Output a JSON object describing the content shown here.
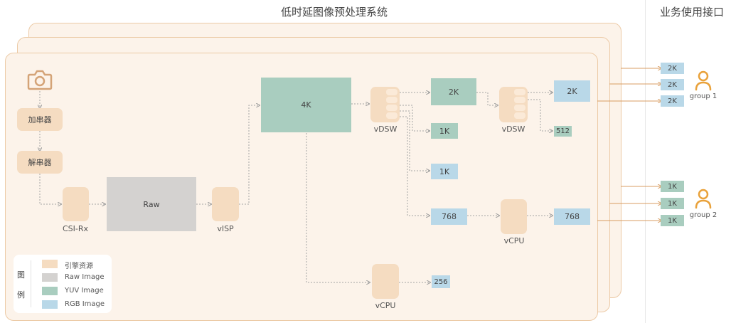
{
  "header": {
    "system_title": "低时延图像预处理系统",
    "interface_title": "业务使用接口"
  },
  "nodes": {
    "serializer": "加串器",
    "deserializer": "解串器",
    "csi": "CSI-Rx",
    "raw": "Raw",
    "visp": "vISP",
    "img4k": "4K",
    "vdsw1": "vDSW",
    "vdsw2": "vDSW",
    "out_2k": "2K",
    "out_2k_rgb": "2K",
    "out_1k_a": "1K",
    "out_1k_b": "1K",
    "out_512": "512",
    "out_768_a": "768",
    "out_768_b": "768",
    "vcpu1": "vCPU",
    "vcpu2": "vCPU",
    "out_256": "256"
  },
  "legend": {
    "title_chars": [
      "图",
      "例"
    ],
    "items": [
      {
        "label": "引擎资源",
        "color": "#f5dcc1"
      },
      {
        "label": "Raw Image",
        "color": "#d4d2d0"
      },
      {
        "label": "YUV Image",
        "color": "#a9cdbf"
      },
      {
        "label": "RGB Image",
        "color": "#b9d8e8"
      }
    ]
  },
  "interface": {
    "group1": {
      "label": "group 1",
      "outputs": [
        "2K",
        "2K",
        "2K"
      ]
    },
    "group2": {
      "label": "group 2",
      "outputs": [
        "1K",
        "1K",
        "1K"
      ]
    }
  },
  "colors": {
    "engine": "#f5dcc1",
    "raw": "#d4d2d0",
    "yuv": "#a9cdbf",
    "rgb": "#b9d8e8",
    "panel_border": "#eccaa6",
    "user_icon": "#e9a23b"
  }
}
